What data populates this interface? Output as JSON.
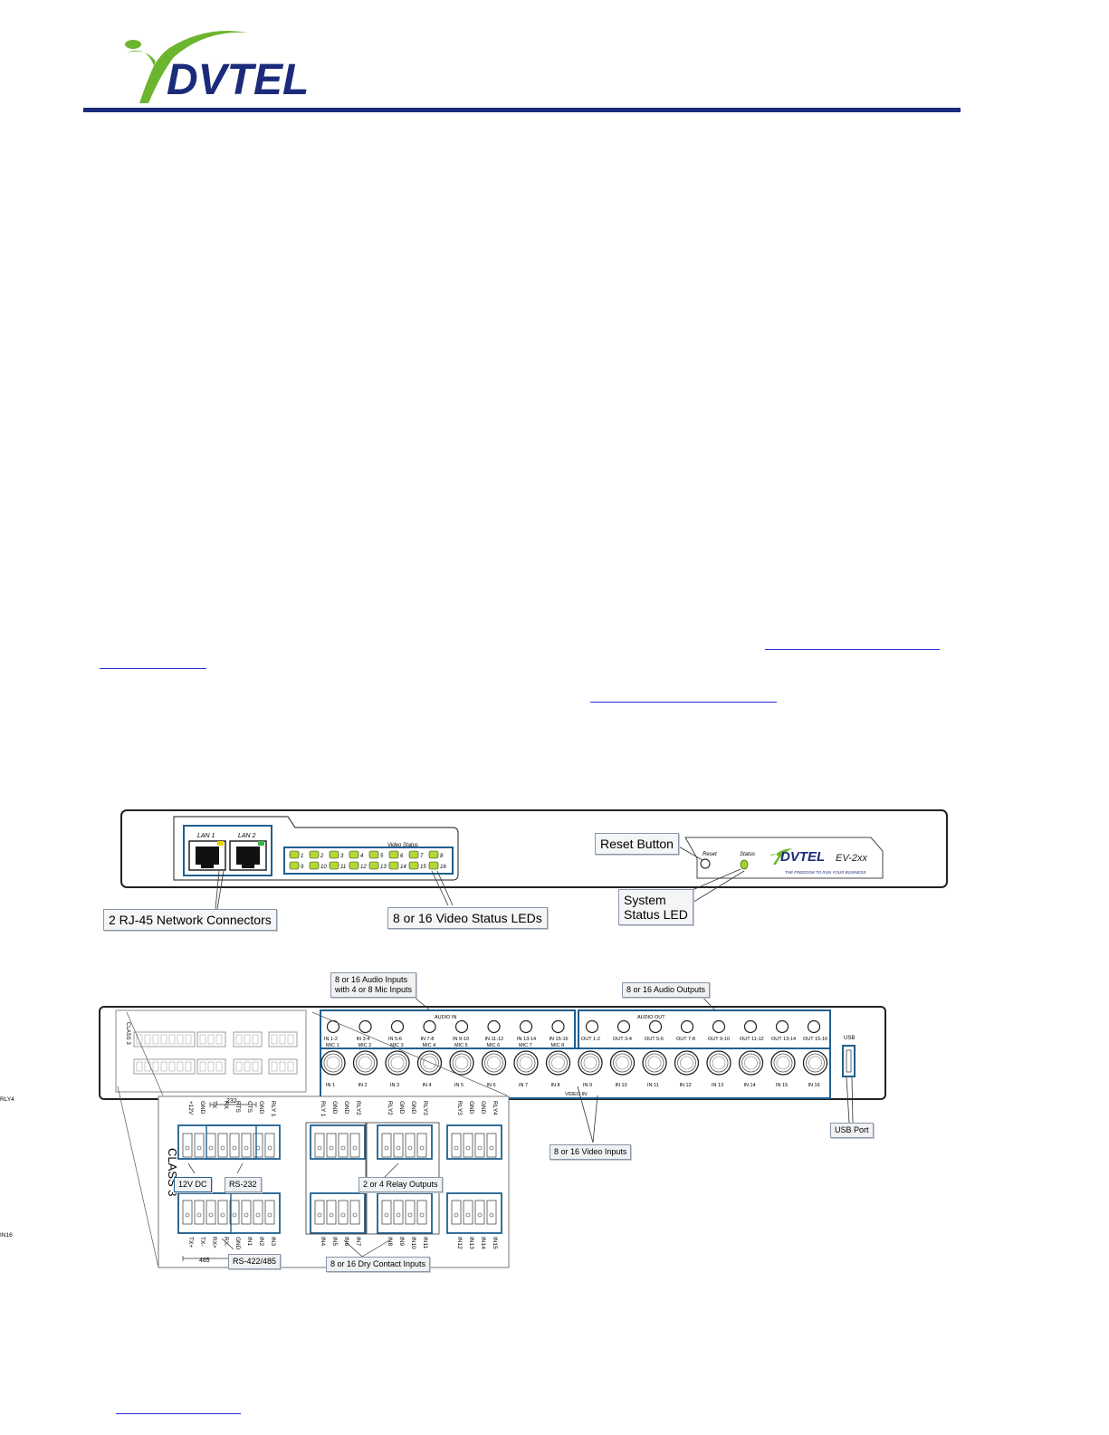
{
  "header": {
    "logo_text": "DVTEL",
    "brand_color": "#1b2a7a",
    "accent_green": "#6bb52f"
  },
  "front_panel": {
    "lan1_label": "LAN 1",
    "lan2_label": "LAN 2",
    "video_status_label": "Video Status",
    "led_numbers_top": [
      "1",
      "2",
      "3",
      "4",
      "5",
      "6",
      "7",
      "8"
    ],
    "led_numbers_bottom": [
      "9",
      "10",
      "11",
      "12",
      "13",
      "14",
      "15",
      "16"
    ],
    "reset_label": "Reset",
    "status_label": "Status",
    "model_label": "EV-2xx",
    "tagline": "THE FREEDOM TO RUN YOUR BUSINESS",
    "callouts": {
      "reset_button": "Reset Button",
      "system_status_line1": "System",
      "system_status_line2": "Status LED",
      "network_connectors": "2 RJ-45 Network Connectors",
      "video_status_leds": "8 or 16 Video Status LEDs"
    }
  },
  "rear_panel": {
    "class_label": "CLASS 3",
    "audio_in_label": "AUDIO IN",
    "audio_in_jacks": [
      {
        "top": "IN 1-2",
        "bottom": "MIC 1"
      },
      {
        "top": "IN 3-4",
        "bottom": "MIC 2"
      },
      {
        "top": "IN 5-6",
        "bottom": "MIC 3"
      },
      {
        "top": "IN 7-8",
        "bottom": "MIC 4"
      },
      {
        "top": "IN 9-10",
        "bottom": "MIC 5"
      },
      {
        "top": "IN 11-12",
        "bottom": "MIC 6"
      },
      {
        "top": "IN 13-14",
        "bottom": "MIC 7"
      },
      {
        "top": "IN 15-16",
        "bottom": "MIC 8"
      }
    ],
    "audio_out_label": "AUDIO OUT",
    "audio_out_jacks": [
      "OUT 1-2",
      "OUT 3-4",
      "OUT 5-6",
      "OUT 7-8",
      "OUT 9-10",
      "OUT 11-12",
      "OUT 13-14",
      "OUT 15-16"
    ],
    "video_in_label": "VIDEO IN",
    "video_in_jacks": [
      "IN 1",
      "IN 2",
      "IN 3",
      "IN 4",
      "IN 5",
      "IN 6",
      "IN 7",
      "IN 8",
      "IN 9",
      "IN 10",
      "IN 11",
      "IN 12",
      "IN 13",
      "IN 14",
      "IN 15",
      "IN 16"
    ],
    "usb_label": "USB",
    "callouts": {
      "audio_inputs_line1": "8 or 16 Audio Inputs",
      "audio_inputs_line2": "with 4 or 8 Mic Inputs",
      "audio_outputs": "8 or 16 Audio Outputs",
      "video_inputs": "8 or 16 Video Inputs",
      "usb_port": "USB Port"
    }
  },
  "terminal_detail": {
    "class_label": "CLASS 3",
    "bracket_232": "232",
    "bracket_485": "485",
    "top_labels": [
      "+12V",
      "GND",
      "TX",
      "RX",
      "RTS",
      "CTS",
      "GND",
      "RLY 1",
      "RLY 1",
      "GND",
      "GND",
      "RLY2",
      "RLY2",
      "GND",
      "GND",
      "RLY3",
      "RLY3",
      "GND",
      "GND",
      "RLY4",
      "RLY4"
    ],
    "bottom_labels": [
      "TX+",
      "TX-",
      "RX+",
      "RX-",
      "GND",
      "IN1",
      "IN2",
      "IN3",
      "IN4",
      "IN5",
      "IN6",
      "IN7",
      "IN8",
      "IN9",
      "IN10",
      "IN11",
      "IN12",
      "IN13",
      "IN14",
      "IN15",
      "IN16"
    ],
    "callouts": {
      "dc": "12V DC",
      "rs232": "RS-232",
      "relay": "2 or 4 Relay Outputs",
      "rs422": "RS-422/485",
      "dry_contact": "8 or 16 Dry Contact Inputs"
    }
  }
}
